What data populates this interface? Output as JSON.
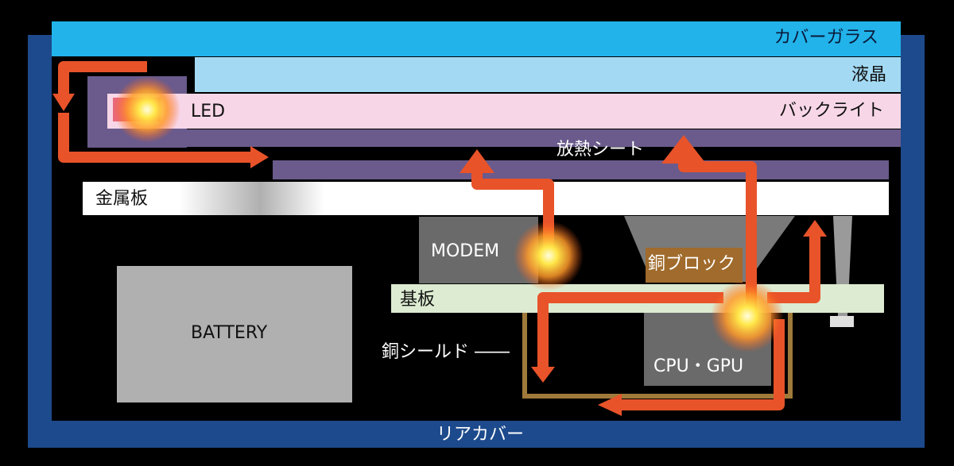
{
  "layers": {
    "cover_glass": "カバーガラス",
    "lcd": "液晶",
    "backlight": "バックライト",
    "led": "LED",
    "heat_sheet": "放熱シート",
    "metal_plate": "金属板",
    "modem": "MODEM",
    "copper_block": "銅ブロック",
    "board": "基板",
    "battery": "BATTERY",
    "copper_shield": "銅シールド ――",
    "cpu_gpu": "CPU・GPU",
    "rear_cover": "リアカバー"
  },
  "colors": {
    "frame": "#1d4a8c",
    "cover_glass": "#21b3ea",
    "lcd": "#a3d9f3",
    "backlight": "#f7d7e7",
    "heat_sheet": "#6a5b8c",
    "board": "#dcebd1",
    "copper_block": "#a06b2c",
    "shield": "#a07a3a",
    "chip": "#6a6a6a",
    "battery": "#b0b0b0",
    "heat_arrow": "#e8532a"
  },
  "icons": [
    "heat-glow-icon",
    "heat-arrow-icon"
  ]
}
